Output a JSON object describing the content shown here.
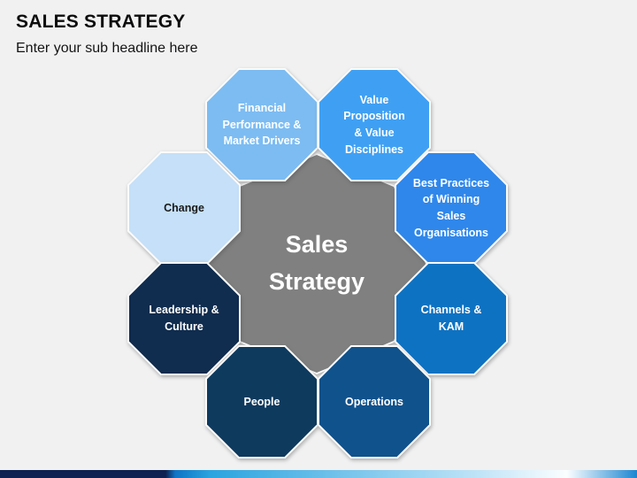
{
  "slide": {
    "title": "SALES STRATEGY",
    "subtitle": "Enter your sub headline here",
    "background_color": "#F1F1F2",
    "title_color": "#0C0C0C"
  },
  "diagram": {
    "center": {
      "id": "sales-strategy",
      "label": "Sales\nStrategy",
      "fill": "#808080",
      "text_color": "#FFFFFF"
    },
    "nodes": [
      {
        "id": "financial-performance",
        "label": "Financial\nPerformance &\nMarket Drivers",
        "fill": "#7CBCF2",
        "text_color": "#FFFFFF"
      },
      {
        "id": "value-proposition",
        "label": "Value\nProposition\n& Value\nDisciplines",
        "fill": "#3FA0F3",
        "text_color": "#FFFFFF"
      },
      {
        "id": "change",
        "label": "Change",
        "fill": "#C5E0F8",
        "text_color": "#1A1A1A"
      },
      {
        "id": "best-practices",
        "label": "Best Practices\nof Winning\nSales\nOrganisations",
        "fill": "#2F87EB",
        "text_color": "#FFFFFF"
      },
      {
        "id": "leadership-culture",
        "label": "Leadership &\nCulture",
        "fill": "#102C4E",
        "text_color": "#FFFFFF"
      },
      {
        "id": "channels-kam",
        "label": "Channels &\nKAM",
        "fill": "#0E72C2",
        "text_color": "#FFFFFF"
      },
      {
        "id": "people",
        "label": "People",
        "fill": "#0E3A5E",
        "text_color": "#FFFFFF"
      },
      {
        "id": "operations",
        "label": "Operations",
        "fill": "#10528C",
        "text_color": "#FFFFFF"
      }
    ]
  },
  "footer_bar": {
    "gradient": "linear-gradient(90deg,#0E2150 0%,#0E2150 26%,#0F74C5 27.5%,#2BA4DF 33%,#BFE3F7 75%,#FBFEFF 89%,#1B86D1 100%)",
    "colors": [
      "#0E2150",
      "#0F74C5",
      "#2BA4DF",
      "#BFE3F7",
      "#FBFEFF",
      "#1B86D1"
    ]
  }
}
